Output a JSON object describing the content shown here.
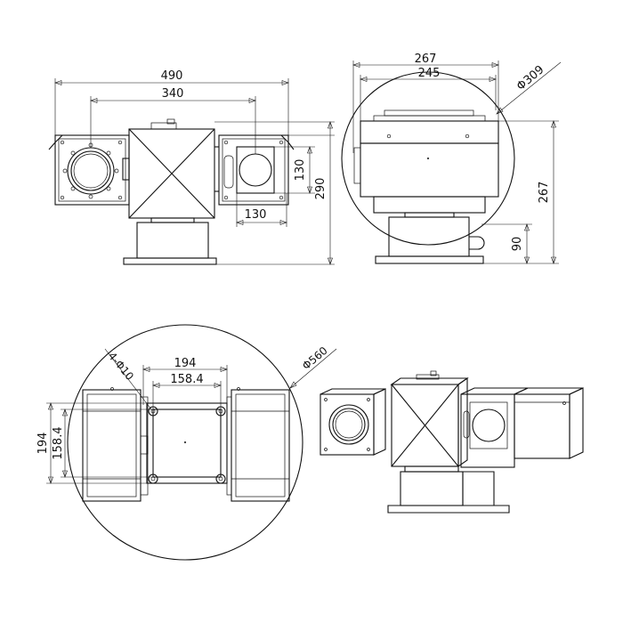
{
  "dimensions": {
    "front": {
      "overall_width": "490",
      "lens_spacing": "340",
      "window_height": "130",
      "window_width": "130",
      "overall_height": "290"
    },
    "side": {
      "depth_outer": "267",
      "depth_inner": "245",
      "rotation_diameter": "Φ309",
      "height": "267",
      "base_height": "90"
    },
    "bottom": {
      "hole_spec": "4-Φ10",
      "bolt_span": "194",
      "plate_span": "158.4",
      "bolt_span_v": "194",
      "plate_span_v": "158.4",
      "swing_diameter": "Φ560"
    }
  },
  "colors": {
    "line": "#111111",
    "background": "#ffffff"
  }
}
